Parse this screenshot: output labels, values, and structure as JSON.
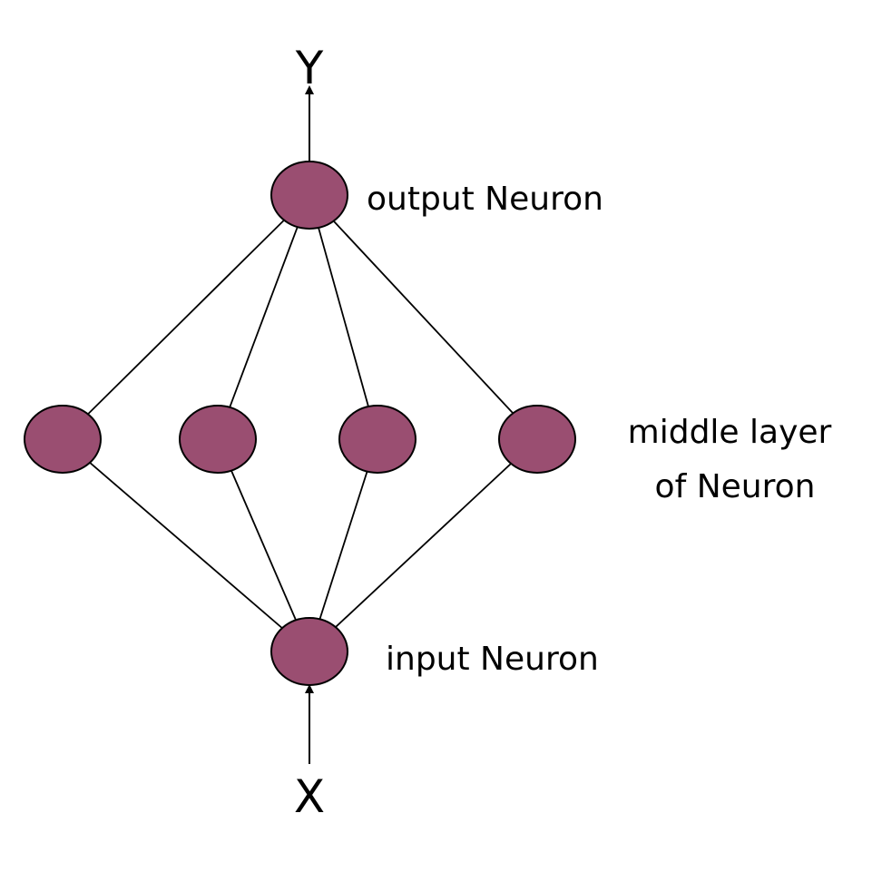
{
  "labels": {
    "output_var": "Y",
    "input_var": "X",
    "output_neuron": "output Neuron",
    "middle_line1": "middle layer",
    "middle_line2": "of Neuron",
    "input_neuron": "input Neuron"
  },
  "colors": {
    "neuron_fill": "#9a4e71",
    "stroke": "#000000"
  },
  "nodes": {
    "output": [
      "out"
    ],
    "middle": [
      "m1",
      "m2",
      "m3",
      "m4"
    ],
    "input": [
      "in"
    ]
  }
}
